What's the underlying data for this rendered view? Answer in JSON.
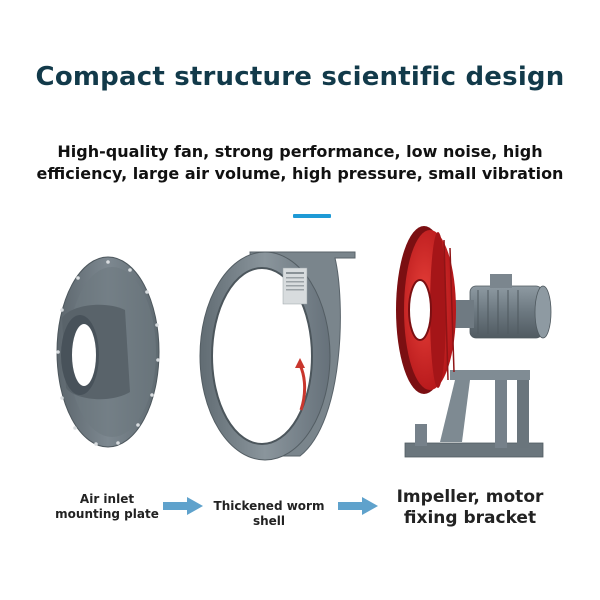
{
  "header": {
    "title": "Compact structure scientific design",
    "subtitle_line1": "High-quality fan, strong performance, low noise, high",
    "subtitle_line2": "efficiency, large air volume, high pressure, small vibration"
  },
  "parts": [
    {
      "line1": "Air inlet",
      "line2": "mounting plate",
      "icon": "inlet-plate"
    },
    {
      "line1": "Thickened worm shell",
      "line2": "",
      "icon": "worm-shell"
    },
    {
      "line1": "Impeller, motor",
      "line2": "fixing bracket",
      "icon": "impeller-motor"
    }
  ],
  "colors": {
    "title": "#123a4a",
    "accent": "#1e9ad6",
    "arrow": "#5fa2cc",
    "steel": "#6f7b83",
    "impeller_red": "#d0201f"
  }
}
